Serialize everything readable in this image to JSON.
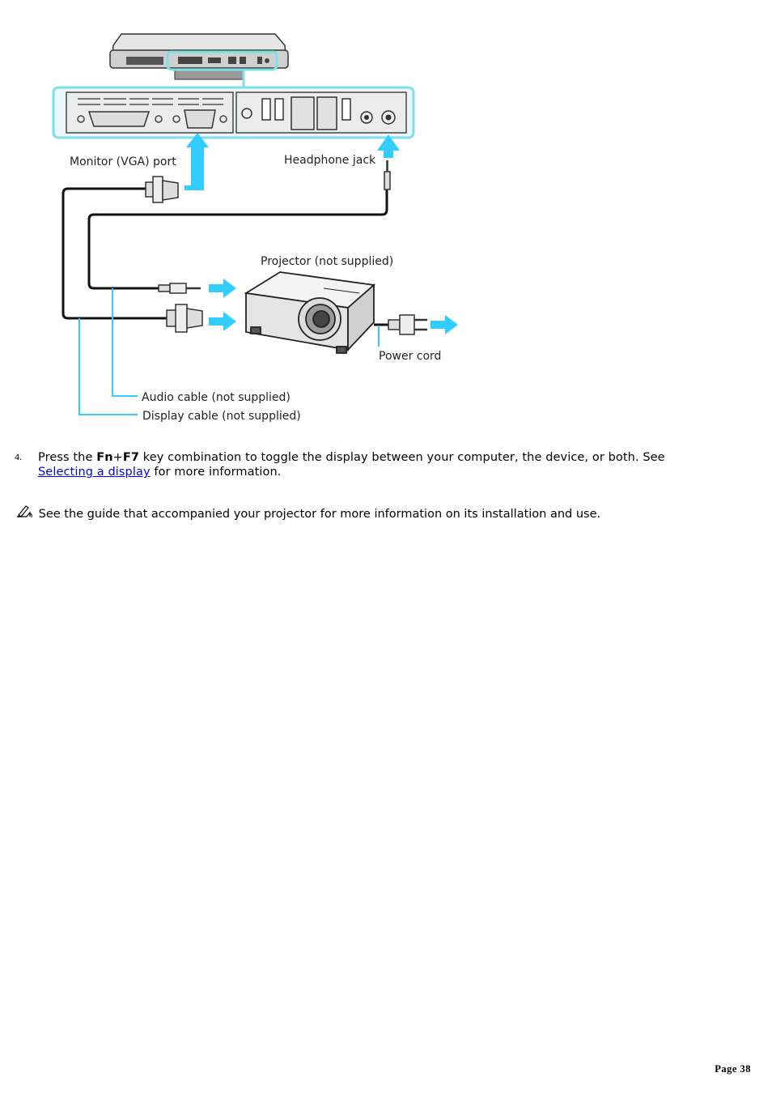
{
  "diagram": {
    "labels": {
      "monitor_port": "Monitor (VGA) port",
      "headphone_jack": "Headphone jack",
      "projector": "Projector (not supplied)",
      "power_cord": "Power cord",
      "audio_cable": "Audio cable (not supplied)",
      "display_cable": "Display cable (not supplied)"
    },
    "colors": {
      "accent": "#33ccff",
      "highlight": "#7fdfe6",
      "panel": "#eaf6f7"
    }
  },
  "step": {
    "number": "4.",
    "text_before": "Press the ",
    "key1": "Fn",
    "plus": "+",
    "key2": "F7",
    "text_after": " key combination to toggle the display between your computer, the device, or both. See",
    "link": "Selecting a display",
    "text_end": " for more information."
  },
  "note": {
    "icon": "note-pencil-icon",
    "text": "See the guide that accompanied your projector for more information on its installation and use."
  },
  "footer": {
    "page_label": "Page 38"
  }
}
